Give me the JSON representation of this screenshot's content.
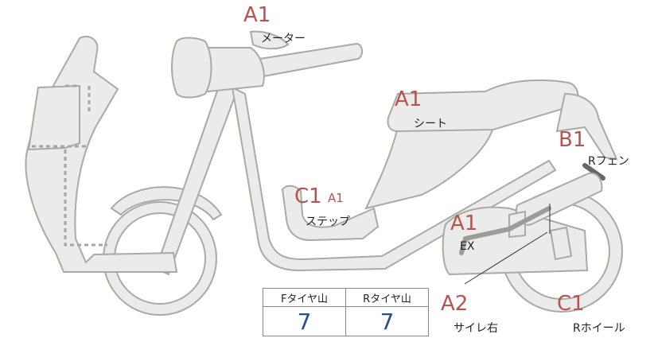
{
  "parts": {
    "meter": {
      "grade": "A1",
      "label": "メーター"
    },
    "seat": {
      "grade": "A1",
      "label": "シート"
    },
    "r_fender": {
      "grade": "B1",
      "label": "Rフェン"
    },
    "step": {
      "grade": "C1",
      "grade_sub": "A1",
      "label": "ステップ"
    },
    "exhaust": {
      "grade": "A1",
      "label": "EX"
    },
    "side_right": {
      "grade": "A2",
      "label": "サイレ右"
    },
    "r_wheel": {
      "grade": "C1",
      "label": "Rホイール"
    }
  },
  "tread_table": {
    "headers": [
      "Fタイヤ山",
      "Rタイヤ山"
    ],
    "values": [
      "7",
      "7"
    ]
  },
  "colors": {
    "grade": "#b85450",
    "tread_value": "#2a4f8f",
    "part_fill": "#ebebea"
  }
}
